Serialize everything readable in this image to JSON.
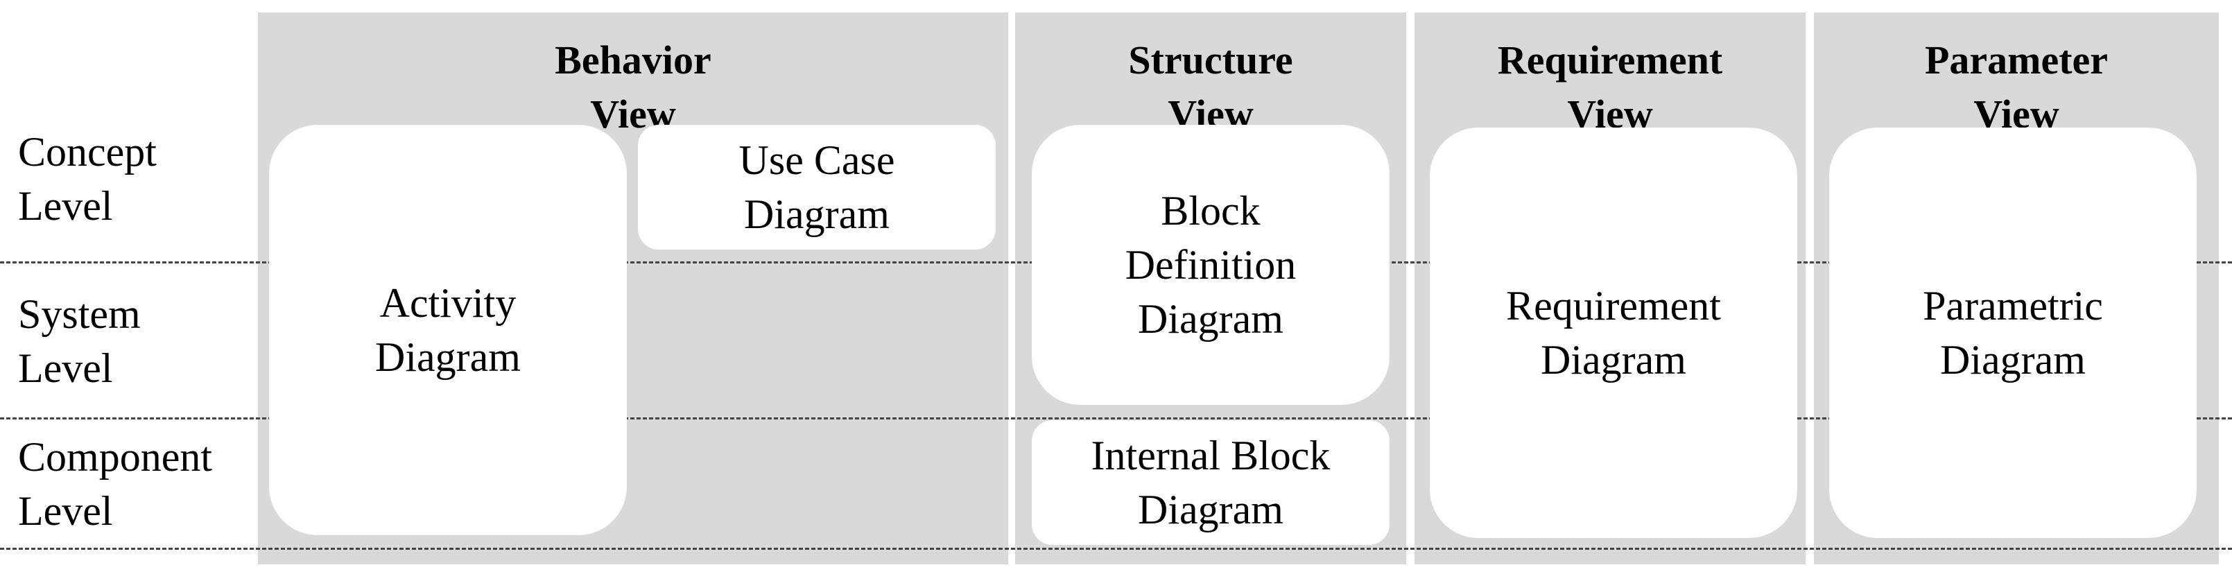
{
  "levels": [
    {
      "line1": "Concept",
      "line2": "Level"
    },
    {
      "line1": "System",
      "line2": "Level"
    },
    {
      "line1": "Component",
      "line2": "Level"
    }
  ],
  "views": {
    "behavior": {
      "line1": "Behavior",
      "line2": "View"
    },
    "structure": {
      "line1": "Structure",
      "line2": "View"
    },
    "requirement": {
      "line1": "Requirement",
      "line2": "View"
    },
    "parameter": {
      "line1": "Parameter",
      "line2": "View"
    }
  },
  "diagrams": {
    "activity": {
      "line1": "Activity",
      "line2": "Diagram"
    },
    "use_case": {
      "line1": "Use Case",
      "line2": "Diagram"
    },
    "block_def": {
      "line1": "Block",
      "line2": "Definition",
      "line3": "Diagram"
    },
    "internal_block": {
      "line1": "Internal Block",
      "line2": "Diagram"
    },
    "requirement": {
      "line1": "Requirement",
      "line2": "Diagram"
    },
    "parametric": {
      "line1": "Parametric",
      "line2": "Diagram"
    }
  }
}
